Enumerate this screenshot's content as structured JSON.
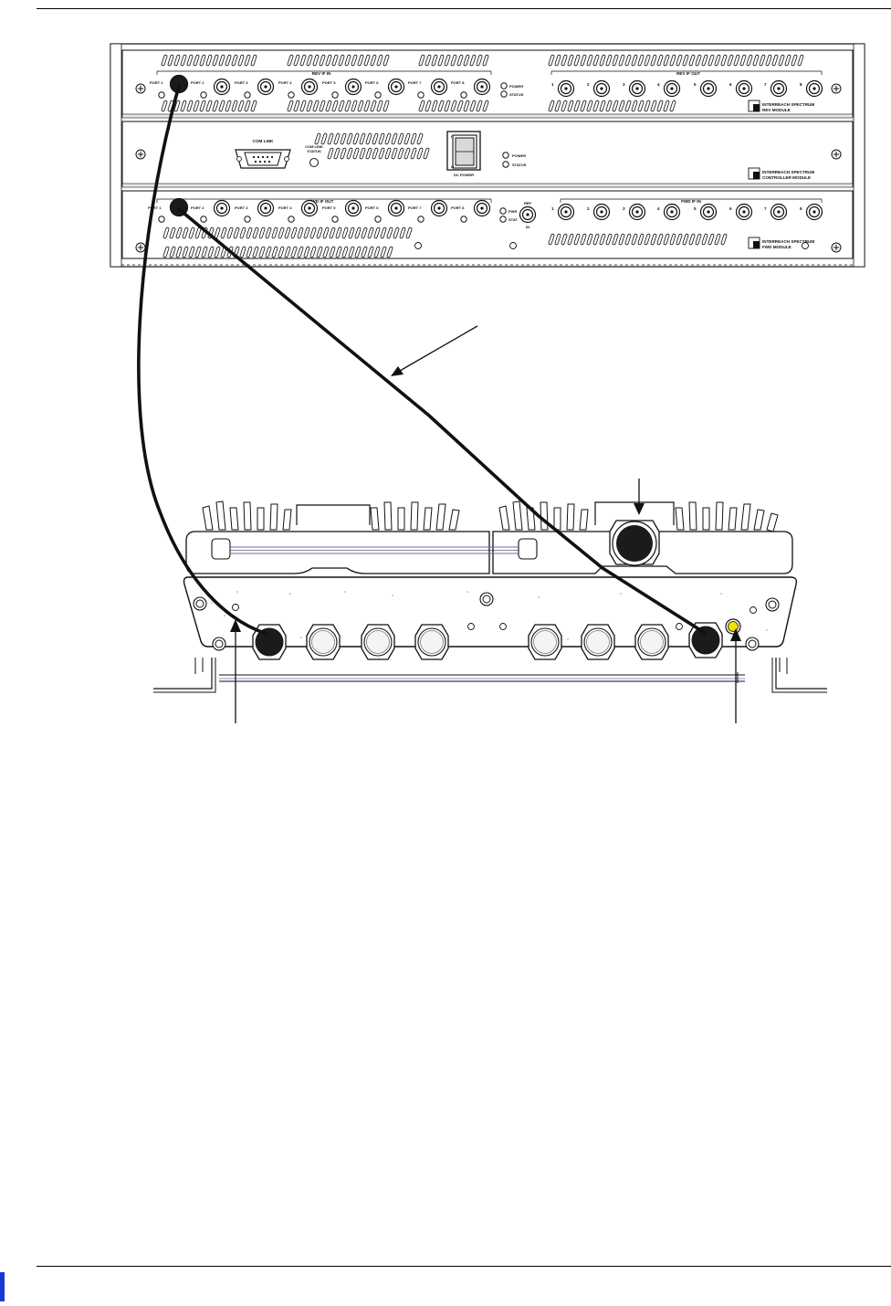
{
  "rack": {
    "rev_module": {
      "group_in_label": "REV IF IN",
      "group_out_label": "REV IF OUT",
      "ports": [
        "PORT 1",
        "PORT 2",
        "PORT 3",
        "PORT 4",
        "PORT 5",
        "PORT 6",
        "PORT 7",
        "PORT 8"
      ],
      "out_numbers": [
        "1",
        "2",
        "3",
        "4",
        "5",
        "6",
        "7",
        "8"
      ],
      "led_power": "POWER",
      "led_status": "STATUS",
      "brand_line1": "INTERREACH SPECTRUM",
      "brand_line2": "REV MODULE"
    },
    "controller_module": {
      "com_link": "COM LINK",
      "com_link_status_1": "COM LINK",
      "com_link_status_2": "STATUS",
      "dc_power": "DC POWER",
      "led_power": "POWER",
      "led_status": "STATUS",
      "brand_line1": "INTERREACH SPECTRUM",
      "brand_line2": "CONTROLLER MODULE"
    },
    "fwd_module": {
      "group_out_label": "FWD IF OUT",
      "group_in_label": "FWD IF IN",
      "ports": [
        "PORT 1",
        "PORT 2",
        "PORT 3",
        "PORT 4",
        "PORT 5",
        "PORT 6",
        "PORT 7",
        "PORT 8"
      ],
      "in_numbers": [
        "1",
        "2",
        "3",
        "4",
        "5",
        "6",
        "7",
        "8"
      ],
      "led_power": "PWR",
      "led_status": "STAT",
      "ref_in_1": "REF",
      "ref_in_2": "IN",
      "brand_line1": "INTERREACH SPECTRUM",
      "brand_line2": "FWD MODULE"
    }
  },
  "colors": {
    "line": "#111111",
    "blue_accent": "#1a37d6",
    "yellow_indicator": "#f2e200",
    "tube_purple": "#7a5cc4"
  }
}
